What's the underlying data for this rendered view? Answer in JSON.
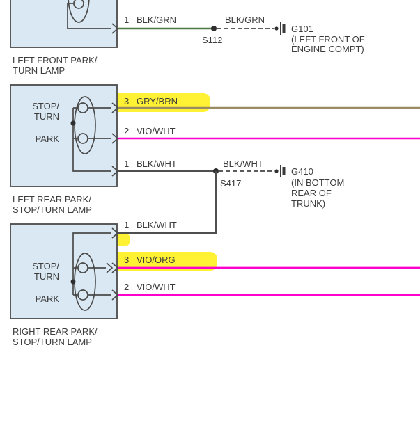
{
  "colors": {
    "box_fill": "#d9e8f2",
    "highlight": "#ffee00",
    "wire_blk_grn": "#4f7942",
    "wire_gry_brn": "#9b8b62",
    "wire_violet": "#ff00cc",
    "wire_blk_wht": "#4f4f4f"
  },
  "lamps": {
    "left_front": {
      "caption1": "LEFT FRONT PARK/",
      "caption2": "TURN LAMP"
    },
    "left_rear": {
      "stop1": "STOP/",
      "stop2": "TURN",
      "park": "PARK",
      "caption1": "LEFT REAR PARK/",
      "caption2": "STOP/TURN LAMP"
    },
    "right_rear": {
      "stop1": "STOP/",
      "stop2": "TURN",
      "park": "PARK",
      "caption1": "RIGHT REAR PARK/",
      "caption2": "STOP/TURN LAMP"
    }
  },
  "wires": {
    "front_ground": {
      "pin": "1",
      "label": "BLK/GRN",
      "splice": "S112",
      "segment_label": "BLK/GRN",
      "ground_id": "G101",
      "ground_loc1": "(LEFT FRONT OF",
      "ground_loc2": "ENGINE COMPT)"
    },
    "left_rear_stop": {
      "pin": "3",
      "label": "GRY/BRN"
    },
    "left_rear_park": {
      "pin": "2",
      "label": "VIO/WHT"
    },
    "left_rear_ground": {
      "pin": "1",
      "label": "BLK/WHT",
      "splice": "S417",
      "segment_label": "BLK/WHT",
      "ground_id": "G410",
      "ground_loc1": "(IN BOTTOM",
      "ground_loc2": "REAR OF",
      "ground_loc3": "TRUNK)"
    },
    "right_rear_ground": {
      "pin": "1",
      "label": "BLK/WHT"
    },
    "right_rear_stop": {
      "pin": "3",
      "label": "VIO/ORG"
    },
    "right_rear_park": {
      "pin": "2",
      "label": "VIO/WHT"
    }
  }
}
